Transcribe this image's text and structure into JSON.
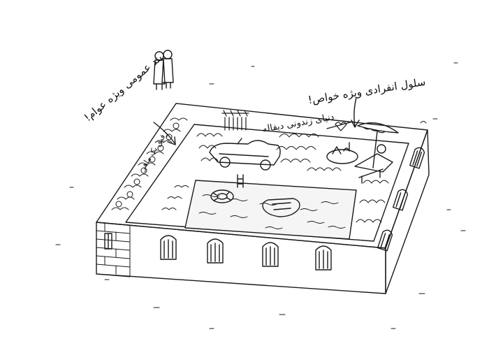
{
  "labels": {
    "special_solitary_cell": "سلول انفرادی ویژه خواص!",
    "public_ward": "بند عمومی ویژه عوام!",
    "prison_world": "دنیای زندونی دیفاله",
    "wall_graffiti": "رفیق یک ماهر"
  },
  "tally_marks": "//// ////",
  "colors": {
    "ink": "#1a1a1a",
    "water": "#f5f5f5",
    "paper": "#ffffff"
  }
}
